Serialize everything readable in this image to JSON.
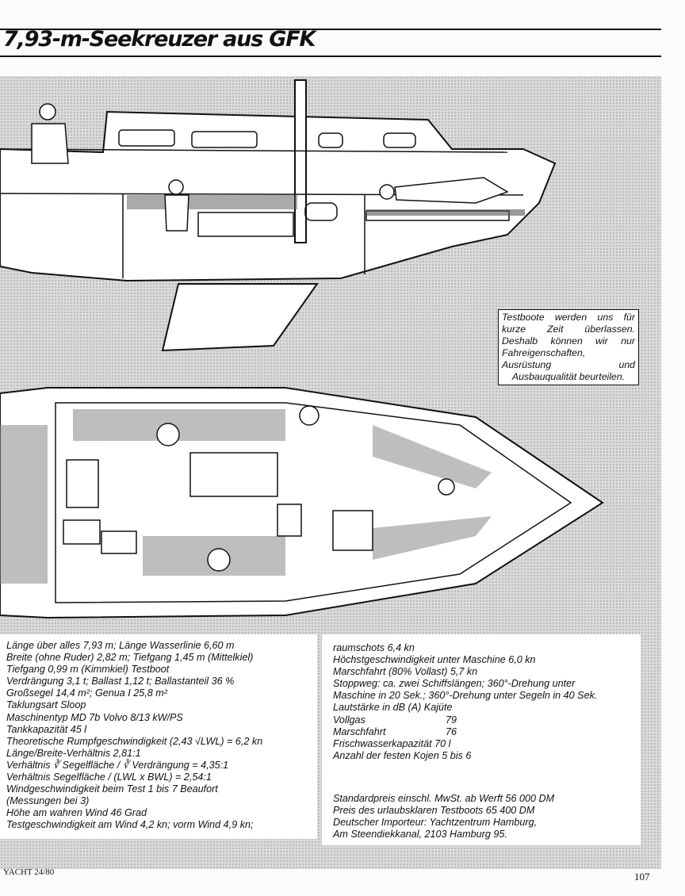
{
  "title": "7,93-m-Seekreuzer aus GFK",
  "notice": "Testboote werden uns für kurze Zeit überlassen. Deshalb können wir nur Fahreigenschaften, Ausrüstung und Ausbauqualität beurteilen.",
  "specs_left": [
    "Länge über alles 7,93 m; Länge Wasserlinie 6,60 m",
    "Breite (ohne Ruder) 2,82 m; Tiefgang 1,45 m (Mittelkiel)",
    "Tiefgang 0,99 m (Kimmkiel) Testboot",
    "Verdrängung 3,1 t; Ballast 1,12 t; Ballastanteil 36 %",
    "Großsegel 14,4 m²; Genua I 25,8 m²",
    "Taklungsart Sloop",
    "Maschinentyp MD 7b Volvo 8/13 kW/PS",
    "Tankkapazität 45 l",
    "Theoretische Rumpfgeschwindigkeit (2,43 √LWL) = 6,2 kn",
    "Länge/Breite-Verhältnis 2,81:1",
    "Verhältnis ∛ Segelfläche / ∛ Verdrängung = 4,35:1",
    "Verhältnis Segelfläche / (LWL x BWL) = 2,54:1",
    "Windgeschwindigkeit beim Test 1 bis 7 Beaufort",
    "(Messungen bei 3)",
    "Höhe am wahren Wind 46 Grad",
    "Testgeschwindigkeit am Wind 4,2 kn; vorm Wind 4,9 kn;"
  ],
  "specs_right_top": [
    "raumschots 6,4 kn",
    "Höchstgeschwindigkeit unter Maschine 6,0 kn",
    "Marschfahrt (80% Vollast) 5,7 kn",
    "Stoppweg: ca. zwei Schiffslängen; 360°-Drehung unter",
    "Maschine in 20 Sek.; 360°-Drehung unter Segeln in 40 Sek.",
    "Lautstärke in dB (A) Kajüte"
  ],
  "sound_rows": [
    {
      "label": "Vollgas",
      "value": "79"
    },
    {
      "label": "Marschfahrt",
      "value": "76"
    }
  ],
  "specs_right_mid": [
    "Frischwasserkapazität 70 l",
    "Anzahl der festen Kojen 5 bis 6"
  ],
  "specs_right_bottom": [
    "Standardpreis einschl. MwSt. ab Werft 56 000 DM",
    "Preis des urlaubsklaren Testboots 65 400 DM",
    "Deutscher Importeur: Yachtzentrum Hamburg,",
    "Am Steendiekkanal, 2103 Hamburg 95."
  ],
  "footer_left": "YACHT 24/80",
  "page_number": "107"
}
